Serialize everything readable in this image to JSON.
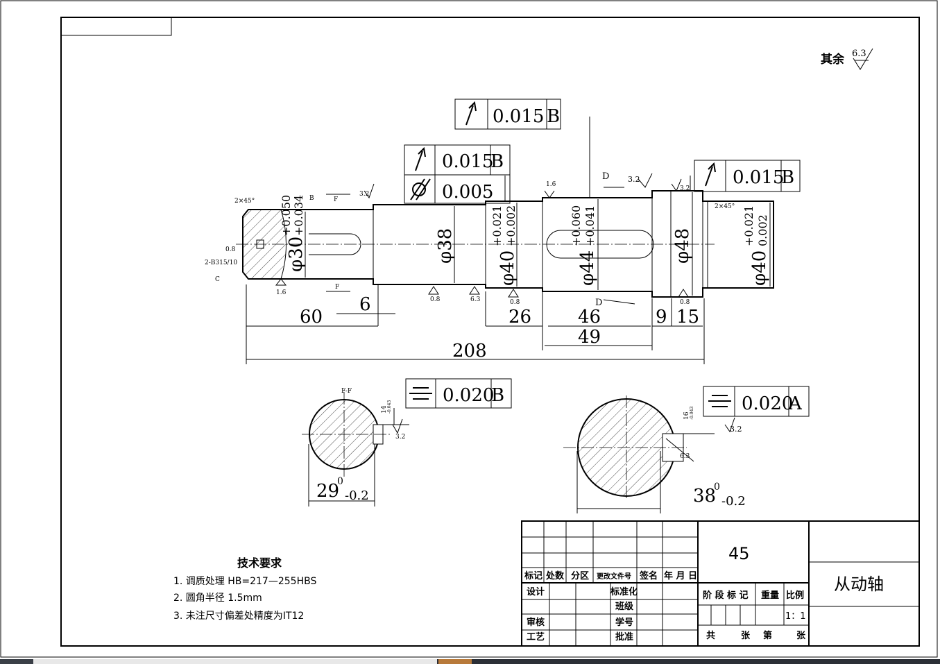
{
  "drawing": {
    "remaining_roughness_label": "其余",
    "remaining_roughness_value": "6.3",
    "fcf_runout_top": {
      "value": "0.015",
      "datum": "B"
    },
    "fcf_runout_left": {
      "value": "0.015",
      "datum": "B"
    },
    "fcf_cyl_left": {
      "value": "0.005"
    },
    "fcf_runout_right": {
      "value": "0.015",
      "datum": "B"
    },
    "fcf_sym_left": {
      "value": "0.020",
      "datum": "B"
    },
    "fcf_sym_right": {
      "value": "0.020",
      "datum": "A"
    },
    "dims": {
      "d30": "φ30",
      "d30_up": "+0.050",
      "d30_lo": "+0.034",
      "d38": "φ38",
      "d40a": "φ40",
      "d40a_up": "+0.021",
      "d40a_lo": "+0.002",
      "d44": "φ44",
      "d44_up": "+0.060",
      "d44_lo": "+0.041",
      "d48": "φ48",
      "d40b": "φ40",
      "d40b_up": "+0.021",
      "d40b_lo": "0.002",
      "l60": "60",
      "l6": "6",
      "l26": "26",
      "l46": "46",
      "l9": "9",
      "l15": "15",
      "l49": "49",
      "l208": "208",
      "sec_left": "29",
      "sec_left_sup": "0",
      "sec_left_sub": "-0.2",
      "sec_right": "38",
      "sec_right_sup": "0",
      "sec_right_sub": "-0.2",
      "key_left": "14",
      "key_left_tol": "-0.043",
      "key_right": "16",
      "key_right_tol": "-0.043"
    },
    "notes": {
      "chamfer": "2×45°",
      "center_hole": "2-B315/10",
      "angle": "0.8",
      "datum_b": "B",
      "datum_c": "C",
      "section_f": "F",
      "section_d": "D",
      "section_ff": "F-F",
      "ra16": "1.6",
      "ra08": "0.8",
      "ra32": "3.2",
      "ra63": "6.3"
    }
  },
  "tech": {
    "title": "技术要求",
    "items": [
      "1. 调质处理 HB=217—255HBS",
      "2. 圆角半径  1.5mm",
      "3. 未注尺寸偏差处精度为IT12"
    ]
  },
  "titleblock": {
    "material": "45",
    "part_name": "从动轴",
    "h_mark": "标记",
    "h_count": "处数",
    "h_zone": "分区",
    "h_docno": "更改文件号",
    "h_sign": "签名",
    "h_date": "年 月 日",
    "design": "设计",
    "standard": "标准化",
    "class": "班级",
    "review": "审核",
    "student_no": "学号",
    "craft": "工艺",
    "approve": "批准",
    "stage_mark": "阶 段 标 记",
    "weight": "重量",
    "scale": "比例",
    "scale_val": "1：1",
    "total": "共",
    "sheets": "张",
    "sheet_no": "第",
    "sheets2": "张"
  },
  "colors": {
    "line": "#000000",
    "paper": "#ffffff",
    "taskbar": "#2b2f36"
  }
}
